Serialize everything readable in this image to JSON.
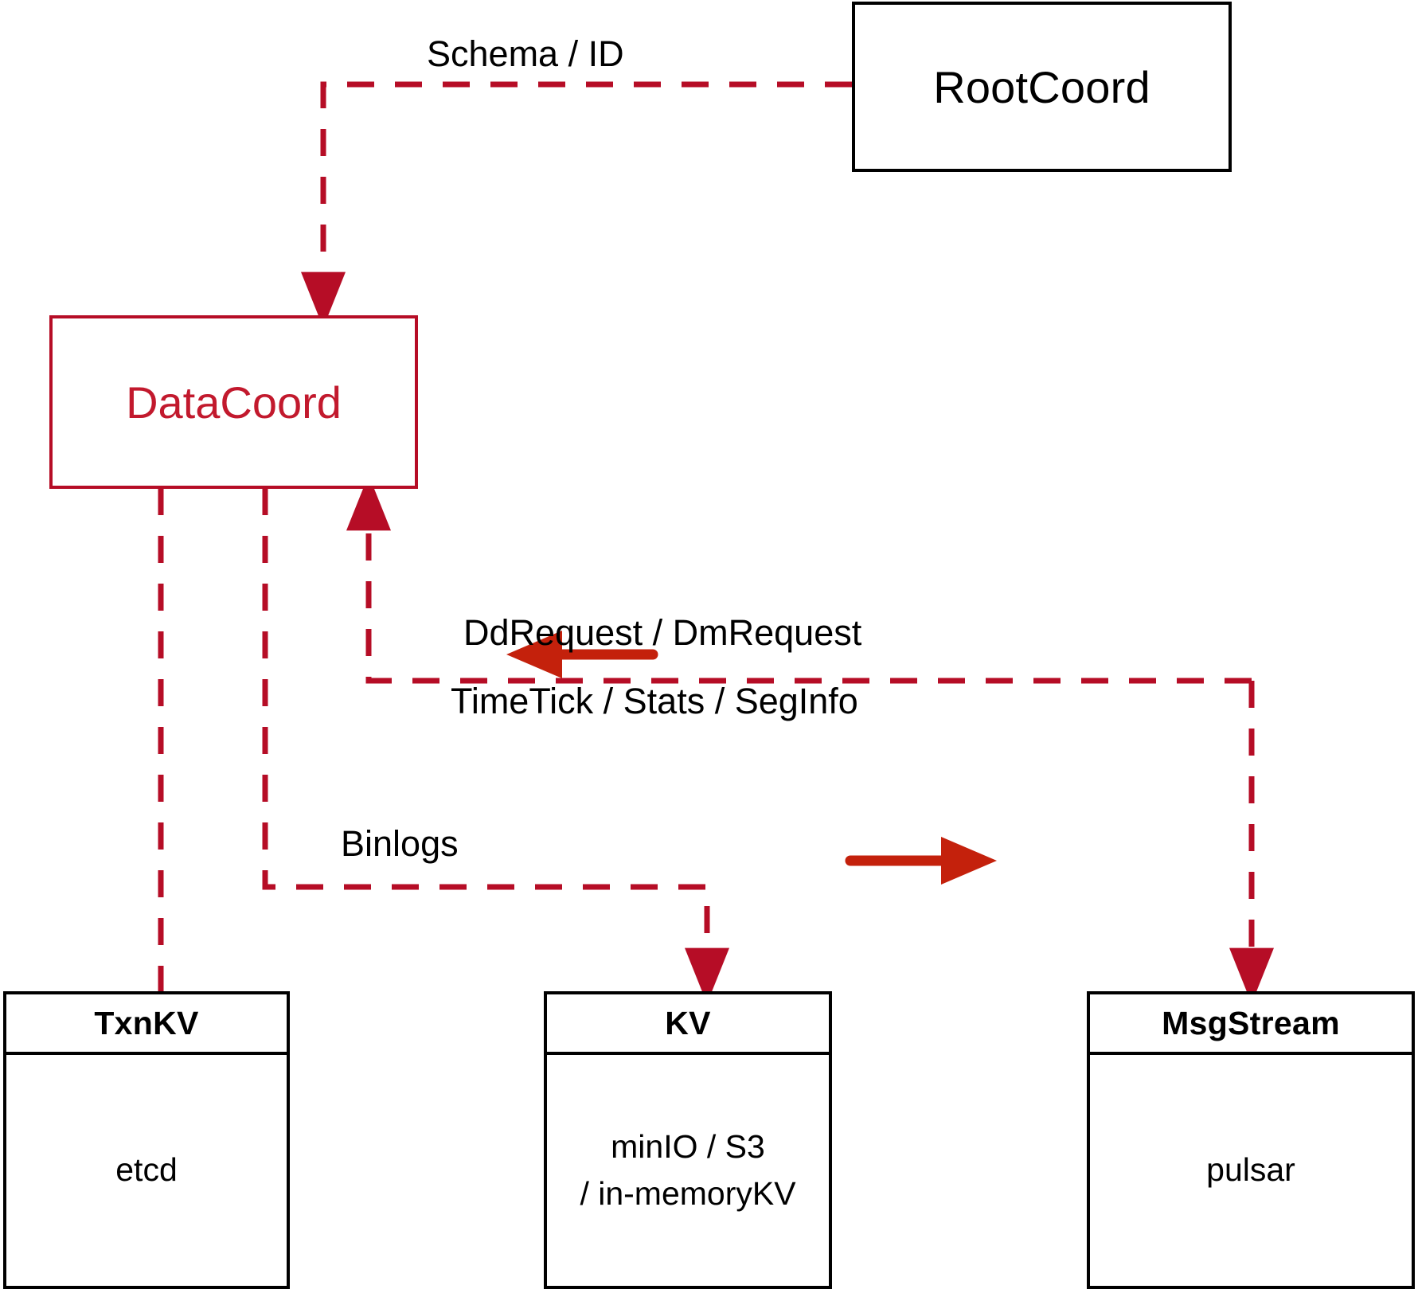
{
  "diagram": {
    "title": "DataCoord architecture",
    "colors": {
      "box_stroke": "#000000",
      "accent_red": "#b60d26",
      "datacoord_text": "#c2192d",
      "arrow_red": "#c4210c",
      "background": "#ffffff"
    },
    "nodes": {
      "rootcoord": {
        "label": "RootCoord"
      },
      "datacoord": {
        "label": "DataCoord"
      },
      "txnkv": {
        "header": "TxnKV",
        "line1": "etcd",
        "line2": ""
      },
      "kv": {
        "header": "KV",
        "line1": "minIO / S3",
        "line2": "/ in-memoryKV"
      },
      "msgstream": {
        "header": "MsgStream",
        "line1": "pulsar",
        "line2": ""
      }
    },
    "edge_labels": {
      "schema_id": "Schema / ID",
      "dd_dm_request": "DdRequest / DmRequest",
      "timetick_stats_seginfo": "TimeTick / Stats / SegInfo",
      "binlogs": "Binlogs"
    }
  }
}
